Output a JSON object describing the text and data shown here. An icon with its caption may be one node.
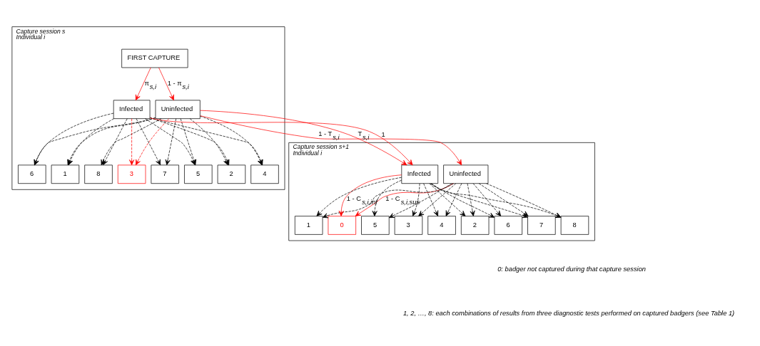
{
  "diagram": {
    "nodes": [
      {
        "text": [
          "Capture session s",
          "Individual i"
        ]
      },
      {
        "text": [
          "FIRST CAPTURE"
        ],
        "in": 0
      },
      {
        "text": [
          "Uninfected"
        ],
        "in": 0
      },
      {
        "text": [
          "Infected"
        ],
        "in": 0
      },
      {
        "text": [
          "1"
        ],
        "in": 0
      },
      {
        "text": [
          "2"
        ],
        "in": 0
      },
      {
        "text": [
          "3"
        ],
        "in": 0
      },
      {
        "text": [
          "4"
        ],
        "in": 0
      },
      {
        "text": [
          "5"
        ],
        "in": 0
      },
      {
        "text": [
          "6"
        ],
        "in": 0
      },
      {
        "text": [
          "7"
        ],
        "in": 0
      },
      {
        "text": [
          "8"
        ],
        "in": 0
      },
      {
        "text": [
          "Capture session s+1",
          "Individual i"
        ]
      },
      {
        "text": [
          "Uninfected"
        ],
        "in": 12
      },
      {
        "text": [
          "Infected"
        ],
        "in": 12
      },
      {
        "text": [
          "0"
        ],
        "in": 12
      },
      {
        "text": [
          "1"
        ],
        "in": 12
      },
      {
        "text": [
          "2"
        ],
        "in": 12
      },
      {
        "text": [
          "3"
        ],
        "in": 12
      },
      {
        "text": [
          "4"
        ],
        "in": 12
      },
      {
        "text": [
          "5"
        ],
        "in": 12
      },
      {
        "text": [
          "6"
        ],
        "in": 12
      },
      {
        "text": [
          "7"
        ],
        "in": 12
      },
      {
        "text": [
          "8"
        ],
        "in": 12
      }
    ],
    "edges": [
      {
        "from": 1,
        "to": 2,
        "arrow": "to",
        "label": "1 - π$_{s,i}$",
        "color": "#ff0000"
      },
      {
        "from": 1,
        "to": 3,
        "arrow": "to",
        "label": "π$_{s,i}$",
        "color": "#ff0000"
      },
      {
        "from": 2,
        "to": 13,
        "arrow": "to",
        "label": "1 - T$_{s,i}$",
        "color": "#ff0000"
      },
      {
        "from": 2,
        "to": 14,
        "arrow": "to",
        "label": "T$_{s,i}$",
        "color": "#ff0000"
      },
      {
        "from": 3,
        "to": 14,
        "arrow": "to",
        "label": "1",
        "color": "#ff0000"
      },
      {
        "from": 13,
        "to": 15,
        "arrow": "to",
        "label": "1 - C$_{s,i,sus}$",
        "color": "#ff0000"
      },
      {
        "from": 14,
        "to": 15,
        "arrow": "to",
        "label": "1 - C$_{s,i,inf}$",
        "color": "#ff0000"
      },
      {
        "from": 3,
        "to": 4,
        "arrow": "to",
        "style": "dashed"
      },
      {
        "from": 3,
        "to": 5,
        "arrow": "to",
        "style": "dashed"
      },
      {
        "from": 3,
        "to": 6,
        "arrow": "to",
        "style": "dashed",
        "color": "#ff0000"
      },
      {
        "from": 3,
        "to": 7,
        "arrow": "to",
        "style": "dashed"
      },
      {
        "from": 3,
        "to": 8,
        "arrow": "to",
        "style": "dashed"
      },
      {
        "from": 3,
        "to": 9,
        "arrow": "to",
        "style": "dashed"
      },
      {
        "from": 3,
        "to": 10,
        "arrow": "to",
        "style": "dashed"
      },
      {
        "from": 3,
        "to": 11,
        "arrow": "to",
        "style": "dashed"
      },
      {
        "from": 2,
        "to": 4,
        "arrow": "to",
        "style": "dashed"
      },
      {
        "from": 2,
        "to": 5,
        "arrow": "to",
        "style": "dashed"
      },
      {
        "from": 2,
        "to": 6,
        "arrow": "to",
        "style": "dashed",
        "color": "#ff0000"
      },
      {
        "from": 2,
        "to": 7,
        "arrow": "to",
        "style": "dashed"
      },
      {
        "from": 2,
        "to": 8,
        "arrow": "to",
        "style": "dashed"
      },
      {
        "from": 2,
        "to": 9,
        "arrow": "to",
        "style": "dashed"
      },
      {
        "from": 2,
        "to": 10,
        "arrow": "to",
        "style": "dashed"
      },
      {
        "from": 2,
        "to": 11,
        "arrow": "to",
        "style": "dashed"
      },
      {
        "from": 14,
        "to": 16,
        "arrow": "to",
        "style": "dashed"
      },
      {
        "from": 14,
        "to": 17,
        "arrow": "to",
        "style": "dashed"
      },
      {
        "from": 14,
        "to": 18,
        "arrow": "to",
        "style": "dashed"
      },
      {
        "from": 14,
        "to": 19,
        "arrow": "to",
        "style": "dashed"
      },
      {
        "from": 14,
        "to": 20,
        "arrow": "to",
        "style": "dashed"
      },
      {
        "from": 14,
        "to": 21,
        "arrow": "to",
        "style": "dashed"
      },
      {
        "from": 14,
        "to": 22,
        "arrow": "to",
        "style": "dashed"
      },
      {
        "from": 14,
        "to": 23,
        "arrow": "to",
        "style": "dashed"
      },
      {
        "from": 13,
        "to": 16,
        "arrow": "to",
        "style": "dashed"
      },
      {
        "from": 13,
        "to": 17,
        "arrow": "to",
        "style": "dashed"
      },
      {
        "from": 13,
        "to": 18,
        "arrow": "to",
        "style": "dashed"
      },
      {
        "from": 13,
        "to": 19,
        "arrow": "to",
        "style": "dashed"
      },
      {
        "from": 13,
        "to": 20,
        "arrow": "to",
        "style": "dashed"
      },
      {
        "from": 13,
        "to": 21,
        "arrow": "to",
        "style": "dashed"
      },
      {
        "from": 13,
        "to": 22,
        "arrow": "to",
        "style": "dashed"
      },
      {
        "from": 13,
        "to": 23,
        "arrow": "to",
        "style": "dashed"
      }
    ],
    "labels": [
      "0: badger not captured during that capture session",
      "1, 2, …, 8: each combinations of results from three diagnostic tests performed on captured badgers (see Table 1)"
    ]
  }
}
